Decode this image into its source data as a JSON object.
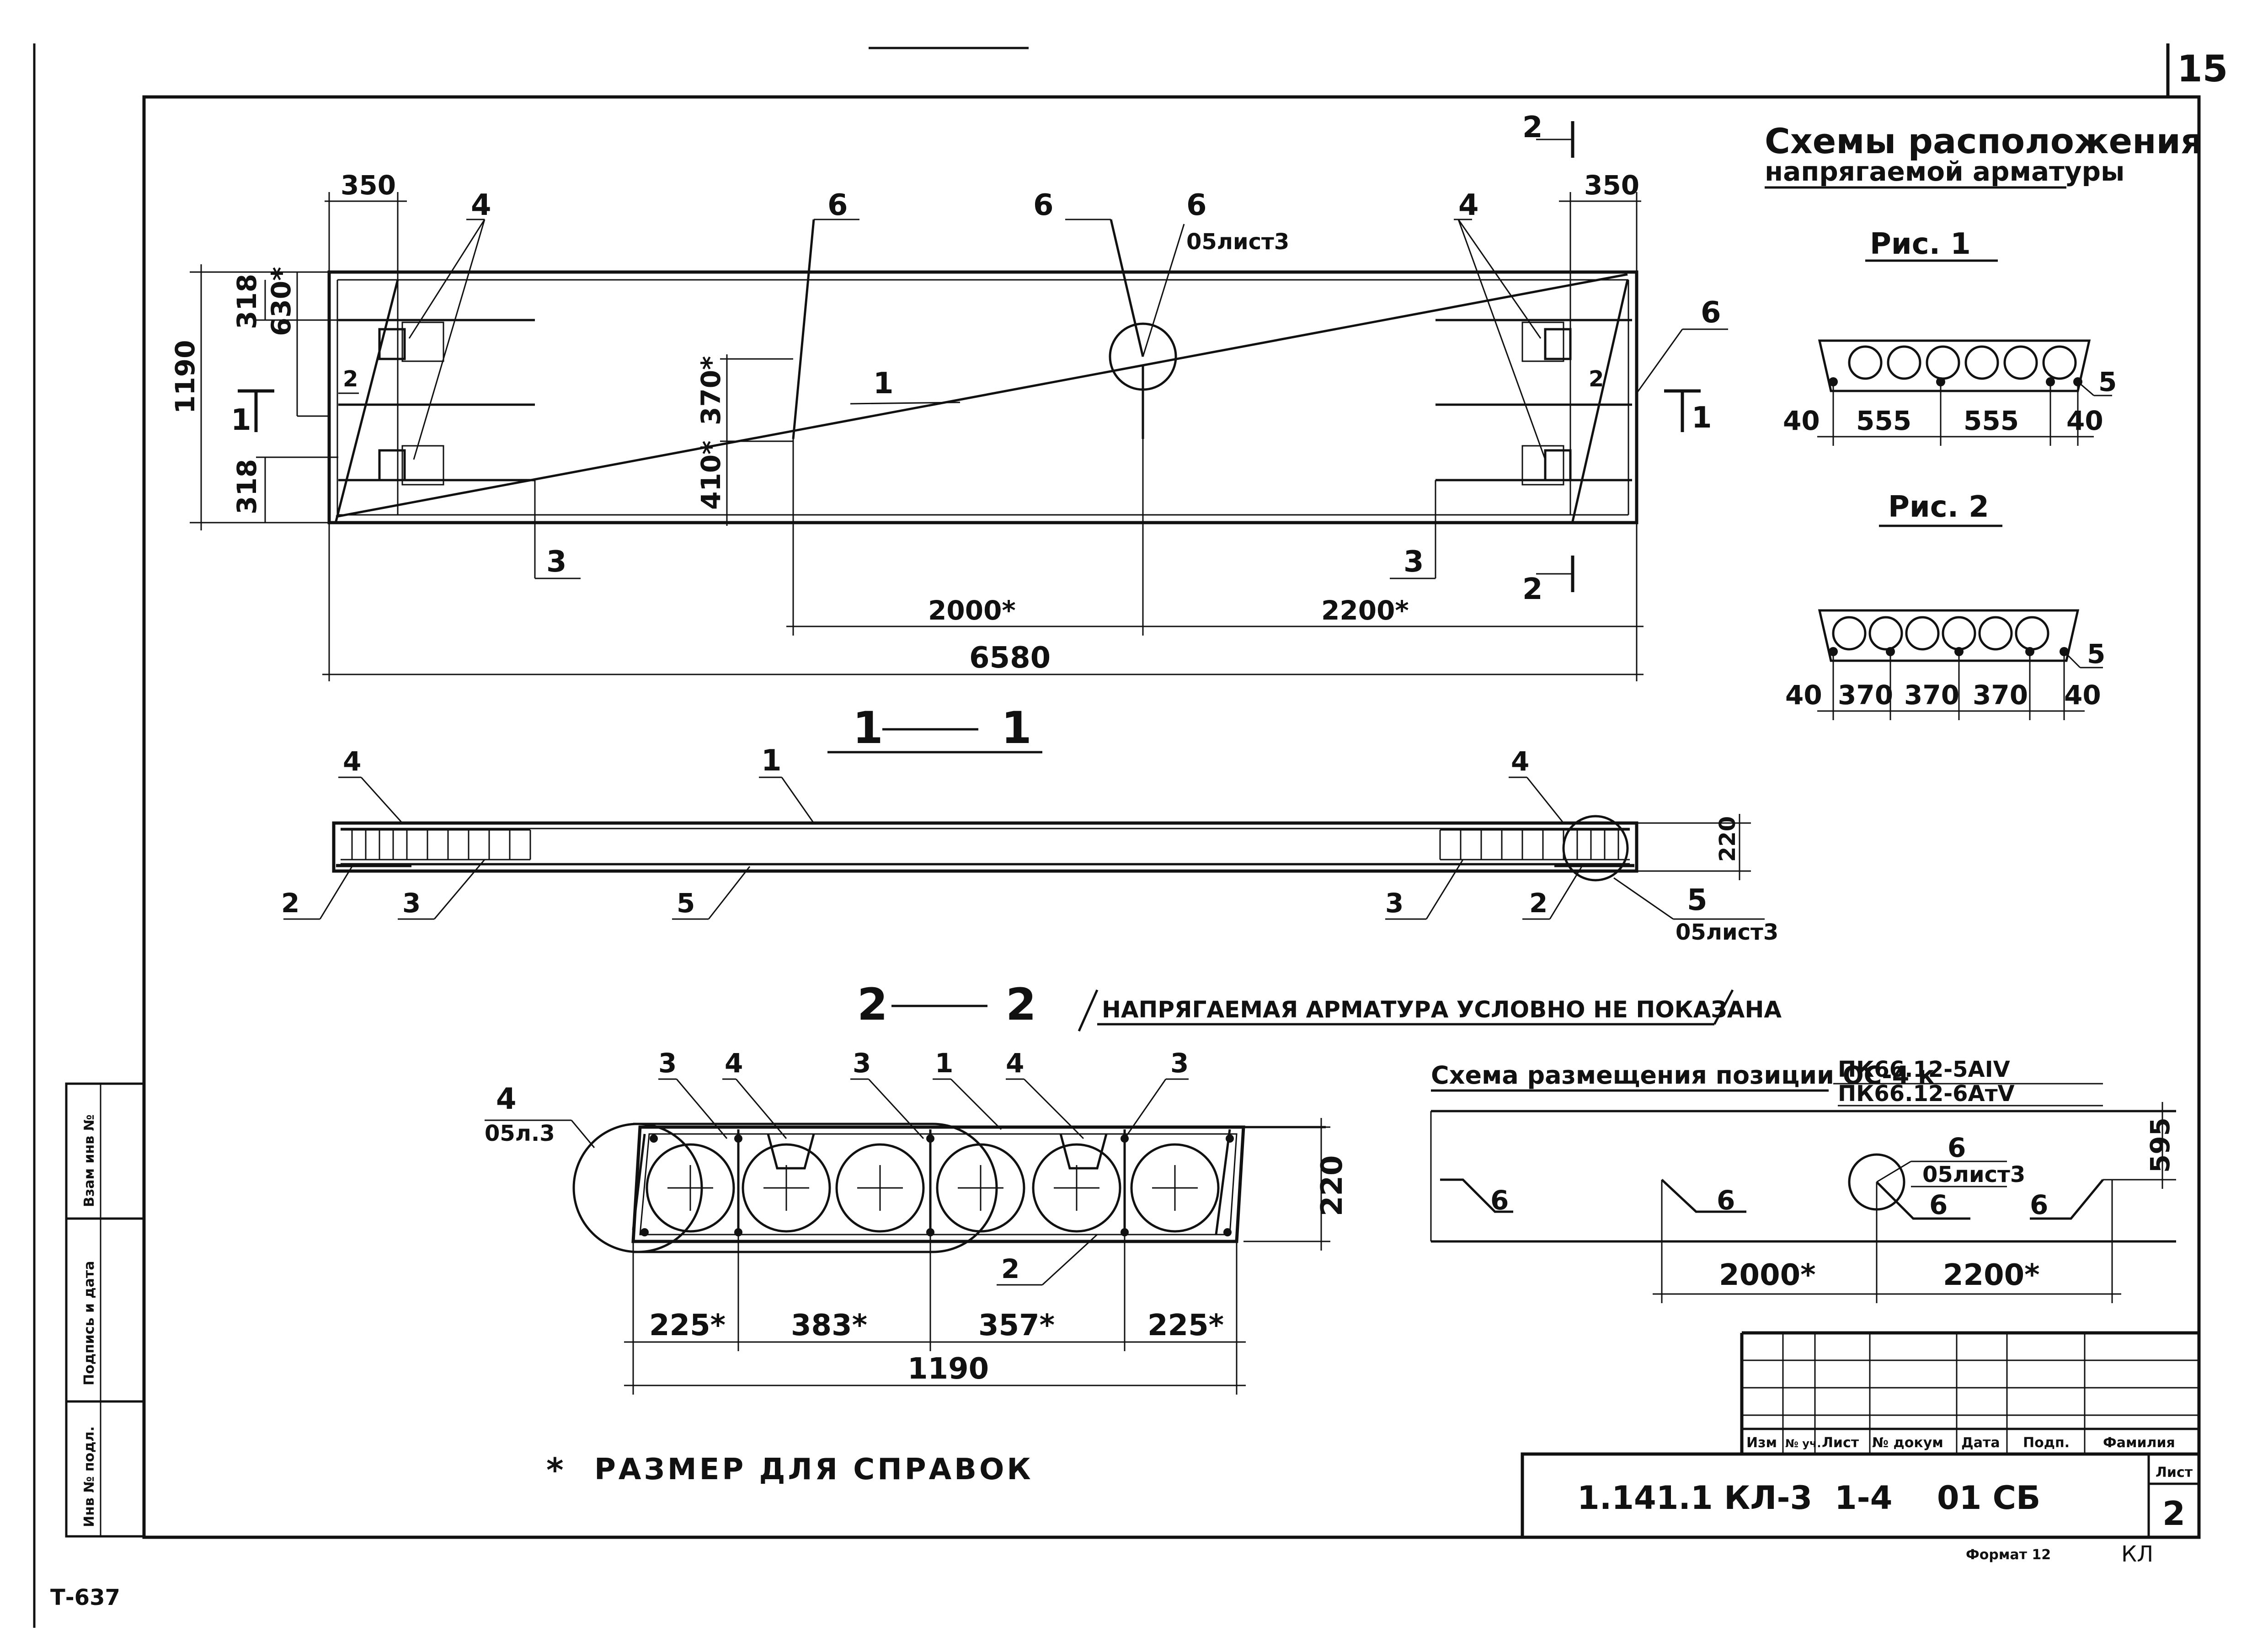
{
  "sheet": {
    "corner_number": "15",
    "stamp_code": "Т-637",
    "format_label": "Формат 12",
    "corner_initials": "КЛ"
  },
  "schemes": {
    "title_line1": "Схемы расположения",
    "title_line2": "напрягаемой арматуры",
    "fig1": {
      "caption": "Рис. 1",
      "pos": "5",
      "dims": [
        "40",
        "555",
        "555",
        "40"
      ]
    },
    "fig2": {
      "caption": "Рис. 2",
      "pos": "5",
      "dims": [
        "40",
        "370",
        "370",
        "370",
        "40"
      ]
    }
  },
  "plan": {
    "dims": {
      "top_left": "350",
      "top_right": "350",
      "overall_height": "1190",
      "h630": "630*",
      "h318_top": "318",
      "h318_bottom": "318",
      "h370": "370*",
      "h410": "410*",
      "d2000": "2000*",
      "d2200": "2200*",
      "length": "6580"
    },
    "marks": {
      "m4_left": "4",
      "m4_right": "4",
      "m6_a": "6",
      "m6_b": "6",
      "m6_c": "6",
      "m6_right": "6",
      "m6_ref": "05лист3",
      "m1": "1",
      "m2_left": "2",
      "m2_right": "2",
      "m3_left": "3",
      "m3_right": "3",
      "cut1_left": "1",
      "cut1_right": "1",
      "cut2_top": "2",
      "cut2_bottom": "2"
    }
  },
  "section11": {
    "title_left": "1",
    "title_right": "1",
    "height": "220",
    "marks": {
      "m4_left": "4",
      "m4_right": "4",
      "m1": "1",
      "m2_left": "2",
      "m2_right": "2",
      "m3_left": "3",
      "m3_right": "3",
      "m5_mid": "5",
      "m5_right": "5",
      "m5_ref": "05лист3"
    }
  },
  "section22": {
    "title_left": "2",
    "title_right": "2",
    "note": "Напрягаемая арматура условно не показана",
    "height": "220",
    "dims": [
      "225*",
      "383*",
      "357*",
      "225*"
    ],
    "total": "1190",
    "marks": {
      "m4_ref_num": "4",
      "m4_ref": "05л.3",
      "m3_a": "3",
      "m4_a": "4",
      "m3_b": "3",
      "m1": "1",
      "m4_b": "4",
      "m3_c": "3",
      "m2": "2"
    }
  },
  "placement": {
    "title": "Схема размещения позиции ОС-4 к",
    "product1": "ПК66.12-5AIV",
    "product2": "ПК66.12-6AтV",
    "height": "595",
    "d2000": "2000*",
    "d2200": "2200*",
    "ref_num": "6",
    "ref": "05лист3",
    "marks": [
      "6",
      "6",
      "6",
      "6"
    ]
  },
  "note": {
    "star": "*",
    "text": "Размер для справок"
  },
  "side_stamp": {
    "col1": "Взам инв №",
    "col2": "Подпись и дата",
    "col3": "Инв № подл."
  },
  "title_block": {
    "headers": [
      "Изм",
      "№ уч.",
      "Лист",
      "№ докум",
      "Дата",
      "Подп.",
      "Фамилия"
    ],
    "document_code": "1.141.1 КЛ-3  1-4    01 СБ",
    "sheet_label": "Лист",
    "sheet_number": "2"
  }
}
